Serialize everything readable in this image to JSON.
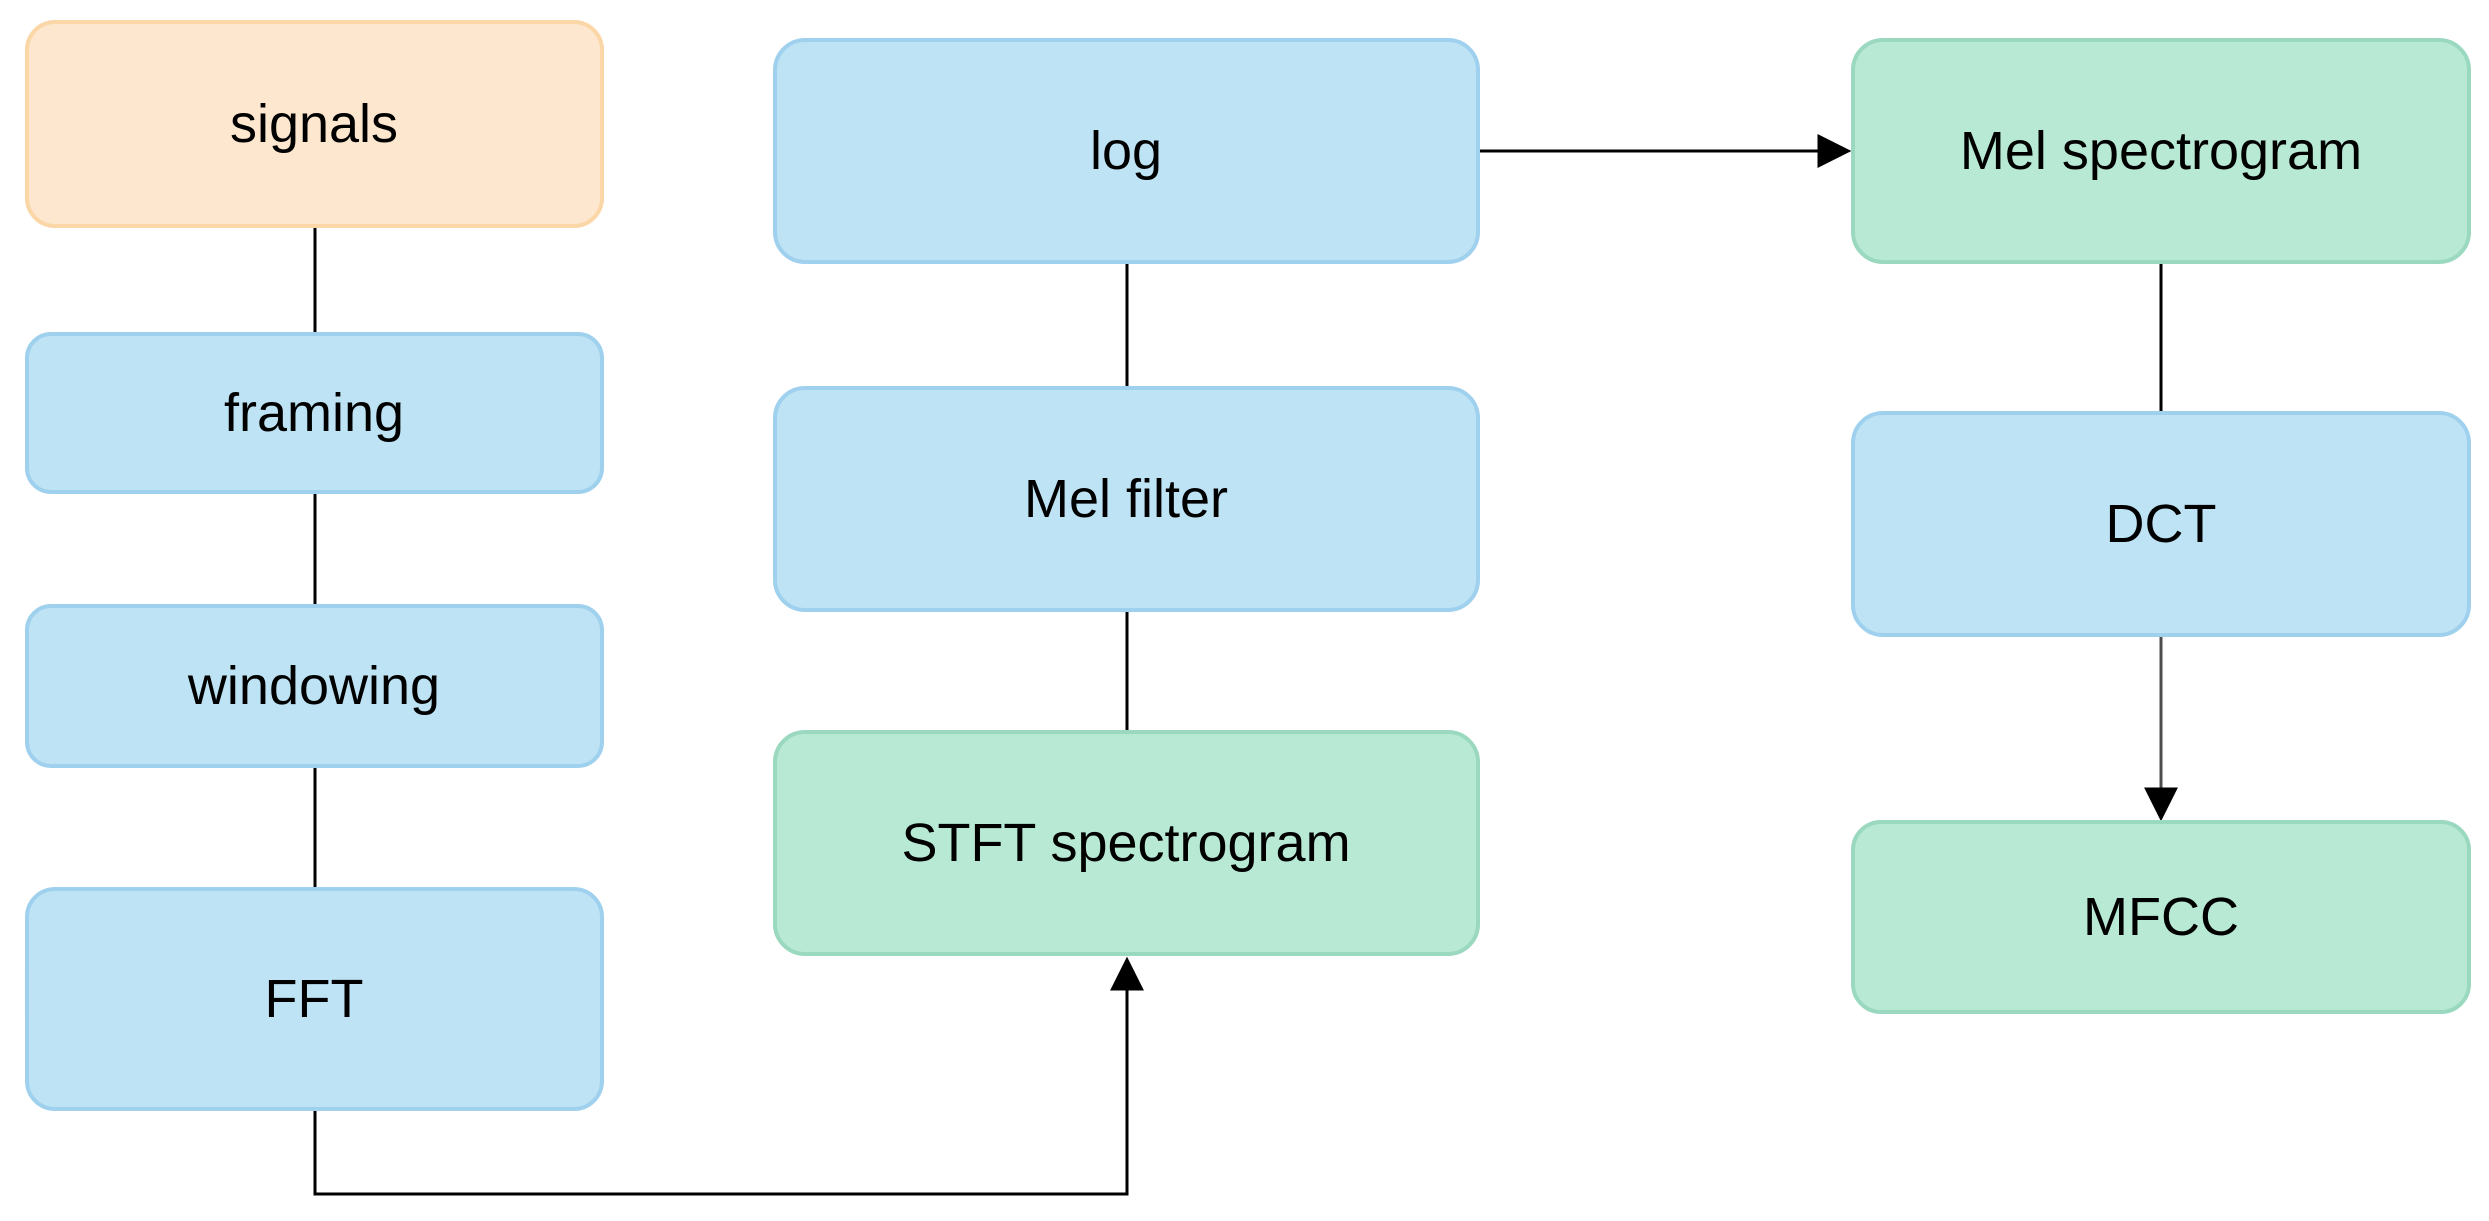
{
  "colors": {
    "blue_fill": "#bde3f5",
    "blue_stroke": "#9fd1ee",
    "green_fill": "#b8e9d5",
    "green_stroke": "#9ad8c0",
    "orange_fill": "#fde8cf",
    "orange_stroke": "#fbd6a6",
    "edge": "#000000"
  },
  "nodes": {
    "signals": "signals",
    "framing": "framing",
    "windowing": "windowing",
    "fft": "FFT",
    "stft": "STFT spectrogram",
    "mel_filter": "Mel filter",
    "log": "log",
    "mel_spectrogram": "Mel spectrogram",
    "dct": "DCT",
    "mfcc": "MFCC"
  }
}
